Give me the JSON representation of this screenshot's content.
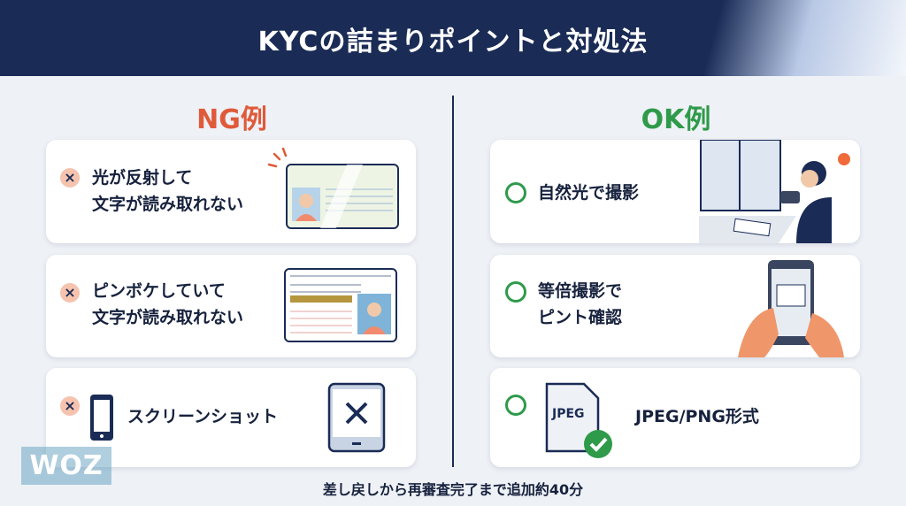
{
  "header": {
    "title": "KYCの詰まりポイントと対処法"
  },
  "ng": {
    "title": "NG例",
    "items": [
      {
        "line1": "光が反射して",
        "line2": "文字が読み取れない"
      },
      {
        "line1": "ピンボケしていて",
        "line2": "文字が読み取れない"
      },
      {
        "line1": "スクリーンショット"
      }
    ]
  },
  "ok": {
    "title": "OK例",
    "items": [
      {
        "line1": "自然光で撮影"
      },
      {
        "line1": "等倍撮影で",
        "line2": "ピント確認"
      },
      {
        "line1": "JPEG/PNG形式",
        "icon_text": "JPEG"
      }
    ]
  },
  "footer": {
    "note": "差し戻しから再審査完了まで追加約40分"
  },
  "watermark": "WOZ",
  "colors": {
    "navy": "#1a2b56",
    "ng": "#e05a3a",
    "ok": "#2e9a4a"
  }
}
